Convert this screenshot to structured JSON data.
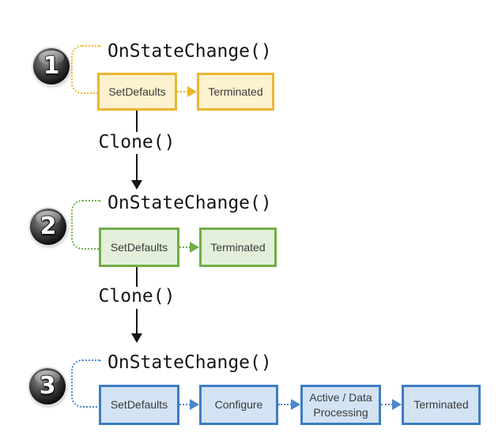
{
  "background": "#FFFFFF",
  "diagram": {
    "title_hint": "object lifecycle cloning diagram",
    "sections": [
      {
        "number": "1",
        "callout": "OnStateChange()",
        "states": [
          "SetDefaults",
          "Terminated"
        ],
        "transition": "Clone()",
        "colors": {
          "border": "#EBB633",
          "fill": "#FDF2CE",
          "arrow": "#EDB72E"
        }
      },
      {
        "number": "2",
        "callout": "OnStateChange()",
        "states": [
          "SetDefaults",
          "Terminated"
        ],
        "transition": "Clone()",
        "colors": {
          "border": "#70AD47",
          "fill": "#E3EFDA",
          "arrow": "#70AD47"
        }
      },
      {
        "number": "3",
        "callout": "OnStateChange()",
        "states": [
          "SetDefaults",
          "Configure",
          "Active / Data Processing",
          "Terminated"
        ],
        "colors": {
          "border": "#3E7CC2",
          "fill": "#D2E3F3",
          "arrow": "#4C86CC"
        }
      }
    ],
    "connector_color": "#141414"
  }
}
